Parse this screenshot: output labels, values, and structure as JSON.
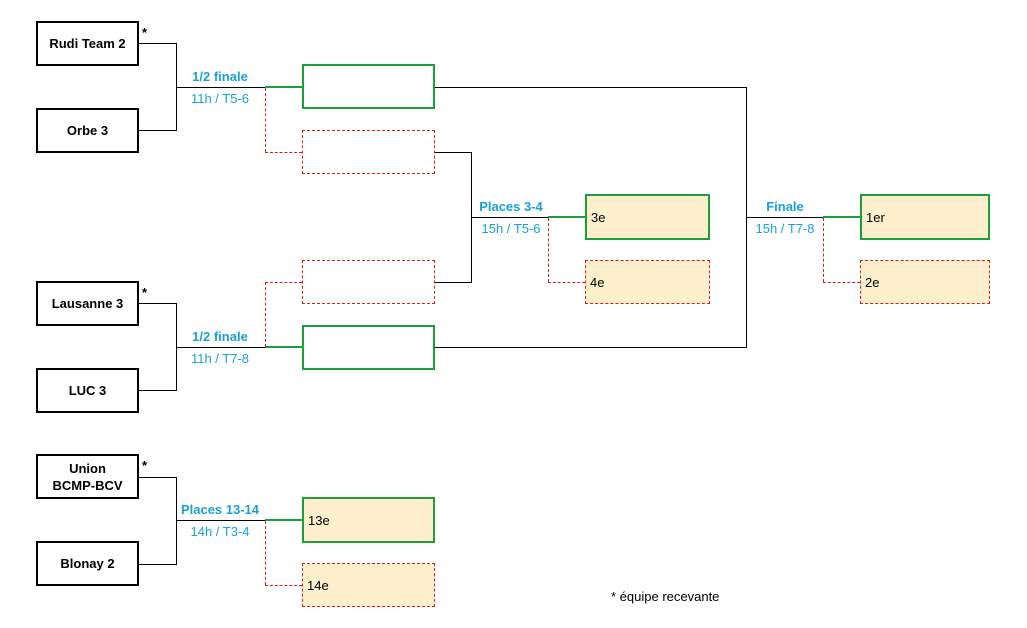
{
  "teams": {
    "t1": "Rudi Team 2",
    "t2": "Orbe 3",
    "t3": "Lausanne 3",
    "t4": "LUC 3",
    "t5": "Union\nBCMP-BCV",
    "t6": "Blonay 2"
  },
  "star": "*",
  "matches": {
    "sf1": {
      "title": "1/2 finale",
      "info": "11h / T5-6"
    },
    "sf2": {
      "title": "1/2 finale",
      "info": "11h / T7-8"
    },
    "p1314": {
      "title": "Places 13-14",
      "info": "14h / T3-4"
    },
    "p34": {
      "title": "Places 3-4",
      "info": "15h / T5-6"
    },
    "final": {
      "title": "Finale",
      "info": "15h / T7-8"
    }
  },
  "slots": {
    "third": "3e",
    "fourth": "4e",
    "first": "1er",
    "second": "2e",
    "thirteenth": "13e",
    "fourteenth": "14e"
  },
  "footnote": "* équipe recevante",
  "colors": {
    "winner_border": "#1e9e3a",
    "loser_border": "#d02020",
    "label_blue": "#1aa0d8",
    "slot_fill": "#fdefcc"
  }
}
